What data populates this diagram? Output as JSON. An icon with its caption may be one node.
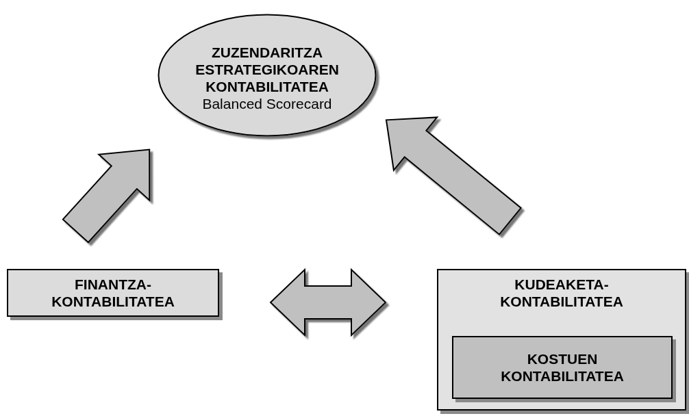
{
  "diagram": {
    "nodes": [
      {
        "text": [
          "ZUZENDARITZA ESTRATEGIKOAREN KONTABILITATEA",
          "Balanced Scorecard"
        ]
      },
      {
        "text": [
          "FINANTZA- KONTABILITATEA"
        ]
      },
      {
        "text": [
          "KUDEAKETA- KONTABILITATEA"
        ]
      },
      {
        "text": [
          "KOSTUEN KONTABILITATEA"
        ],
        "in": 2
      }
    ],
    "edges": [
      {
        "from": 1,
        "to": 0,
        "arrow": "to"
      },
      {
        "from": 2,
        "to": 0,
        "arrow": "to"
      },
      {
        "from": 1,
        "to": 2,
        "arrow": "both"
      }
    ]
  }
}
